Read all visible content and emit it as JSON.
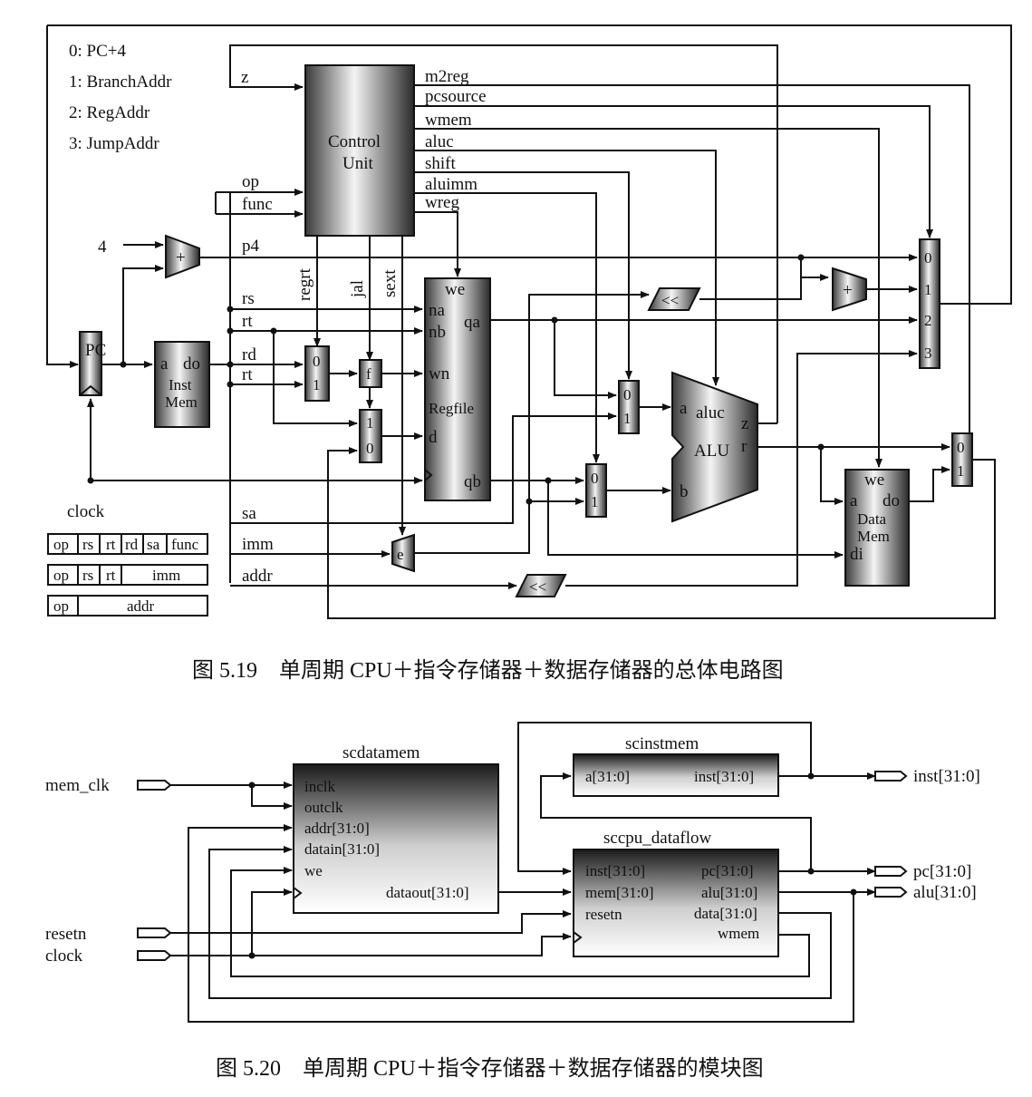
{
  "legend": {
    "items": [
      "0: PC+4",
      "1: BranchAddr",
      "2: RegAddr",
      "3: JumpAddr"
    ]
  },
  "fig1": {
    "caption": "图 5.19　单周期 CPU＋指令存储器＋数据存储器的总体电路图",
    "control_unit": {
      "title_line1": "Control",
      "title_line2": "Unit",
      "outputs": [
        "m2reg",
        "pcsource",
        "wmem",
        "aluc",
        "shift",
        "aluimm",
        "wreg"
      ],
      "inputs": [
        "z",
        "op",
        "func"
      ],
      "down_signals": [
        "regrt",
        "jal",
        "sext"
      ]
    },
    "adder_input": "4",
    "adder_sign": "+",
    "pc_label": "PC",
    "inst_mem": {
      "port_a": "a",
      "port_do": "do",
      "line1": "Inst",
      "line2": "Mem"
    },
    "field_signals": [
      "p4",
      "rs",
      "rt",
      "rd",
      "rt",
      "sa",
      "imm",
      "addr"
    ],
    "clock_label": "clock",
    "mux_labels": {
      "zero": "0",
      "one": "1",
      "two": "2",
      "three": "3",
      "f": "f",
      "e": "e"
    },
    "regfile": {
      "we": "we",
      "na": "na",
      "nb": "nb",
      "qa": "qa",
      "qb": "qb",
      "wn": "wn",
      "d": "d",
      "name": "Regfile"
    },
    "shift_label": "<<",
    "alu": {
      "a": "a",
      "b": "b",
      "aluc": "aluc",
      "z": "z",
      "r": "r",
      "name": "ALU"
    },
    "data_mem": {
      "we": "we",
      "a": "a",
      "do": "do",
      "di": "di",
      "line1": "Data",
      "line2": "Mem"
    },
    "formats": [
      [
        "op",
        "rs",
        "rt",
        "rd",
        "sa",
        "func"
      ],
      [
        "op",
        "rs",
        "rt",
        "imm"
      ],
      [
        "op",
        "addr"
      ]
    ]
  },
  "fig2": {
    "caption": "图 5.20　单周期 CPU＋指令存储器＋数据存储器的模块图",
    "ports_in": [
      "mem_clk",
      "resetn",
      "clock"
    ],
    "ports_out": [
      "inst[31:0]",
      "pc[31:0]",
      "alu[31:0]"
    ],
    "scdatamem": {
      "title": "scdatamem",
      "pins": [
        "inclk",
        "outclk",
        "addr[31:0]",
        "datain[31:0]",
        "we"
      ],
      "out": "dataout[31:0]"
    },
    "scinstmem": {
      "title": "scinstmem",
      "in": "a[31:0]",
      "out": "inst[31:0]"
    },
    "sccpu": {
      "title": "sccpu_dataflow",
      "pins_in": [
        "inst[31:0]",
        "mem[31:0]",
        "resetn"
      ],
      "pins_out": [
        "pc[31:0]",
        "alu[31:0]",
        "data[31:0]",
        "wmem"
      ]
    }
  }
}
